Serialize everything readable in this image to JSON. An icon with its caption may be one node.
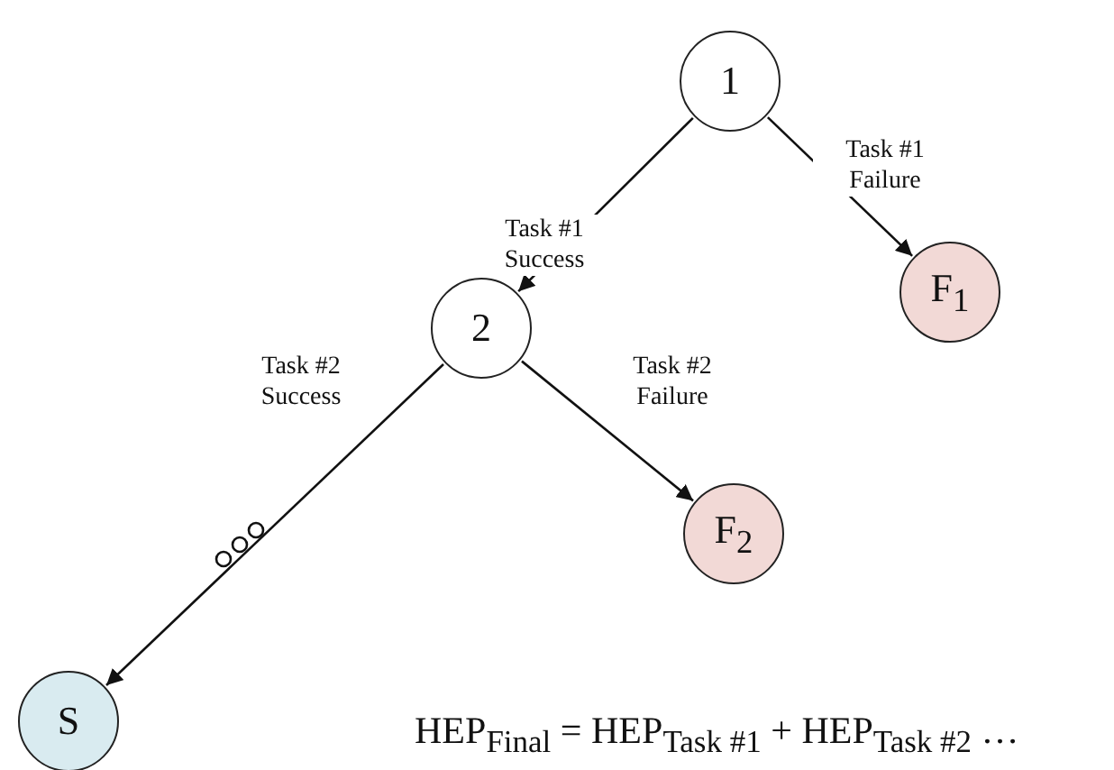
{
  "diagram": {
    "nodes": [
      {
        "text": [
          "1"
        ]
      },
      {
        "text": [
          "2"
        ]
      },
      {
        "text": [
          "F$_{1}$"
        ]
      },
      {
        "text": [
          "F$_{2}$"
        ]
      },
      {
        "text": [
          "S"
        ]
      }
    ],
    "edges": [
      {
        "from": 0,
        "to": 1,
        "arrow": "to",
        "label": "Task #1 Success"
      },
      {
        "from": 0,
        "to": 2,
        "arrow": "to",
        "label": "Task #1 Failure"
      },
      {
        "from": 1,
        "to": 3,
        "arrow": "to",
        "label": "Task #2 Failure"
      },
      {
        "from": 1,
        "to": 4,
        "arrow": "to",
        "label": "Task #2 Success"
      }
    ],
    "labels": [
      "HEP$_{Final}$ = HEP$_{Task #1}$ + HEP$_{Task #2}$ …"
    ]
  }
}
